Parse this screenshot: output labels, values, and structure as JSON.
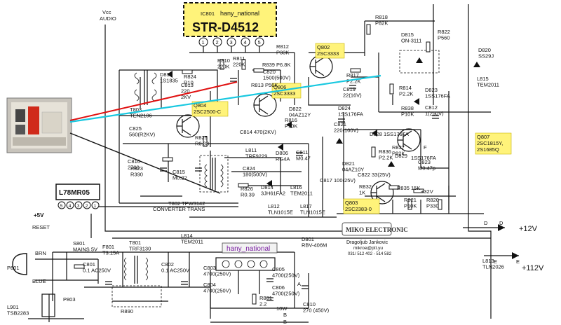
{
  "ic801": {
    "ref": "IC801",
    "brand": "hany_national",
    "part": "STR-D4512",
    "pins": [
      "1",
      "2",
      "3",
      "4",
      "5"
    ]
  },
  "vcc_label": [
    "Vcc",
    "AUDIO"
  ],
  "regulator": {
    "part": "L78MR05",
    "pins": [
      "5",
      "4",
      "3",
      "2",
      "1"
    ]
  },
  "left_labels": {
    "plus5v": "+5V",
    "reset": "RESET"
  },
  "outputs": {
    "plus12v": "+12V",
    "plus112v": "+112V",
    "letters": [
      "D",
      "D",
      "E",
      "E"
    ]
  },
  "transistors": [
    {
      "ref": "Q802",
      "part": "2SC3333"
    },
    {
      "ref": "Q806",
      "part": "2SC3333"
    },
    {
      "ref": "Q804",
      "part": "2SC2500-C"
    },
    {
      "ref": "Q807",
      "part": "2SC1815Y,",
      "part2": "2S1685Q"
    },
    {
      "ref": "Q803",
      "part": "2SC2383-0"
    }
  ],
  "components": [
    {
      "id": "r818",
      "lines": [
        "R818",
        "P82K"
      ]
    },
    {
      "id": "d815",
      "lines": [
        "D815",
        "ON-3111"
      ]
    },
    {
      "id": "r822",
      "lines": [
        "R822",
        "P560"
      ]
    },
    {
      "id": "d820",
      "lines": [
        "D820",
        "SS29J"
      ]
    },
    {
      "id": "l815",
      "lines": [
        "L815",
        "TEM2011"
      ]
    },
    {
      "id": "r812",
      "lines": [
        "R812",
        "P33K"
      ]
    },
    {
      "id": "r810",
      "lines": [
        "R810",
        "220K"
      ]
    },
    {
      "id": "r811",
      "lines": [
        "R811",
        "220K"
      ]
    },
    {
      "id": "r839",
      "lines": [
        "R839 P6.8K"
      ]
    },
    {
      "id": "c820",
      "lines": [
        "C820",
        "1500(500V)"
      ]
    },
    {
      "id": "r813",
      "lines": [
        "R813 P56K"
      ]
    },
    {
      "id": "d819",
      "lines": [
        "D819",
        "1S1835"
      ]
    },
    {
      "id": "r824",
      "lines": [
        "R824",
        "R10"
      ]
    },
    {
      "id": "c813",
      "lines": [
        "C813",
        "220",
        "2KV"
      ]
    },
    {
      "id": "t803",
      "lines": [
        "T803",
        "TEN2106"
      ]
    },
    {
      "id": "r817",
      "lines": [
        "R817",
        "P2.2K"
      ]
    },
    {
      "id": "c819",
      "lines": [
        "C819",
        "22(16V)"
      ]
    },
    {
      "id": "r814",
      "lines": [
        "R814",
        "P2.2K"
      ]
    },
    {
      "id": "d823",
      "lines": [
        "D823",
        "1SS176FA"
      ]
    },
    {
      "id": "d822",
      "lines": [
        "D822",
        "04AZ12Y"
      ]
    },
    {
      "id": "r816",
      "lines": [
        "R816",
        "P10K"
      ]
    },
    {
      "id": "d824",
      "lines": [
        "D824",
        "1SS176FA"
      ]
    },
    {
      "id": "r838",
      "lines": [
        "R838",
        "P10K"
      ]
    },
    {
      "id": "c812",
      "lines": [
        "C812",
        "1(250V)"
      ]
    },
    {
      "id": "c825",
      "lines": [
        "C825",
        "560(R2KV)"
      ]
    },
    {
      "id": "r825",
      "lines": [
        "R825",
        "R0.33"
      ]
    },
    {
      "id": "c814",
      "lines": [
        "C814 470(2KV)"
      ]
    },
    {
      "id": "c821",
      "lines": [
        "C821",
        "220(160V)"
      ]
    },
    {
      "id": "d828",
      "lines": [
        "D828 1SS176FA"
      ]
    },
    {
      "id": "l811",
      "lines": [
        "L811",
        "TRF9229"
      ]
    },
    {
      "id": "d806",
      "lines": [
        "D806",
        "RG4A"
      ]
    },
    {
      "id": "c811",
      "lines": [
        "C811",
        "M0.47"
      ]
    },
    {
      "id": "c817",
      "lines": [
        "C817 100(25V)"
      ]
    },
    {
      "id": "c816",
      "lines": [
        "C816",
        "2700"
      ]
    },
    {
      "id": "r823",
      "lines": [
        "R823",
        "R390"
      ]
    },
    {
      "id": "c815",
      "lines": [
        "C815",
        "M0.22"
      ]
    },
    {
      "id": "c824",
      "lines": [
        "C824",
        "180(500V)"
      ]
    },
    {
      "id": "r826",
      "lines": [
        "R826",
        "R0.39"
      ]
    },
    {
      "id": "d814",
      "lines": [
        "D814",
        "3JH61FA2"
      ]
    },
    {
      "id": "l816",
      "lines": [
        "L816",
        "TEM2011"
      ]
    },
    {
      "id": "r836",
      "lines": [
        "R836",
        "P2.2K"
      ]
    },
    {
      "id": "d821",
      "lines": [
        "D821",
        "04AZ10Y"
      ]
    },
    {
      "id": "r837",
      "lines": [
        "R837",
        "P82K"
      ]
    },
    {
      "id": "d829",
      "lines": [
        "D829"
      ]
    },
    {
      "id": "d829b",
      "lines": [
        "1SS176FA"
      ]
    },
    {
      "id": "c823",
      "lines": [
        "C823",
        "M0.47p"
      ]
    },
    {
      "id": "c822",
      "lines": [
        "C822 33(25V)"
      ]
    },
    {
      "id": "r832",
      "lines": [
        "R832",
        "1K"
      ]
    },
    {
      "id": "r835",
      "lines": [
        "R835 15K"
      ]
    },
    {
      "id": "plus32v",
      "lines": [
        "+32V"
      ]
    },
    {
      "id": "r821",
      "lines": [
        "R821",
        "P10K"
      ]
    },
    {
      "id": "r820",
      "lines": [
        "R820",
        "P330"
      ]
    },
    {
      "id": "t802",
      "lines": [
        "T802  TPW3142"
      ]
    },
    {
      "id": "conv",
      "lines": [
        "CONVERTER TRANS"
      ]
    },
    {
      "id": "l812",
      "lines": [
        "L812",
        "TLN1015E"
      ]
    },
    {
      "id": "l817",
      "lines": [
        "L817",
        "TLN1015E"
      ]
    },
    {
      "id": "l814",
      "lines": [
        "L814",
        "TEM2011"
      ]
    },
    {
      "id": "d801",
      "lines": [
        "D801",
        "RBV-406M"
      ]
    },
    {
      "id": "s801",
      "lines": [
        "S801",
        "MAINS 5V"
      ]
    },
    {
      "id": "f801",
      "lines": [
        "F801",
        "T3.15A"
      ]
    },
    {
      "id": "t801",
      "lines": [
        "T801",
        "TRF3130"
      ]
    },
    {
      "id": "c801",
      "lines": [
        "C801",
        "0.1 AC250V"
      ]
    },
    {
      "id": "c802",
      "lines": [
        "C802",
        "0.1 AC250V"
      ]
    },
    {
      "id": "c803",
      "lines": [
        "C803",
        "4700(250V)"
      ]
    },
    {
      "id": "c804",
      "lines": [
        "C804",
        "4700(250V)"
      ]
    },
    {
      "id": "c805",
      "lines": [
        "C805",
        "4700(250V)"
      ]
    },
    {
      "id": "c806",
      "lines": [
        "C806",
        "4700(250V)"
      ]
    },
    {
      "id": "r801",
      "lines": [
        "R801",
        "2.2"
      ]
    },
    {
      "id": "w10",
      "lines": [
        "10W"
      ]
    },
    {
      "id": "c810",
      "lines": [
        "C810",
        "270 (450V)"
      ]
    },
    {
      "id": "l813",
      "lines": [
        "L813",
        "TLN2026"
      ]
    },
    {
      "id": "p801",
      "lines": [
        "P801"
      ]
    },
    {
      "id": "p803",
      "lines": [
        "P803"
      ]
    },
    {
      "id": "l901",
      "lines": [
        "L901",
        "TSB2283"
      ]
    },
    {
      "id": "r890",
      "lines": [
        "R890"
      ]
    },
    {
      "id": "brn",
      "lines": [
        "BRN"
      ]
    },
    {
      "id": "blue",
      "lines": [
        "BLUE"
      ]
    },
    {
      "id": "mark-f",
      "lines": [
        "F"
      ]
    },
    {
      "id": "mark-a",
      "lines": [
        "A"
      ]
    },
    {
      "id": "mark-b",
      "lines": [
        "B"
      ]
    },
    {
      "id": "mark-b2",
      "lines": [
        "B"
      ]
    }
  ],
  "bridge_label": "hany_national",
  "watermark": {
    "logo": "MIKO ELECTRONIC",
    "author": "Dragoljub Jankovic",
    "email": "mikroe@ptt.yu",
    "phone": "031/ 512 402 - 514 582"
  },
  "colors": {
    "highlight": "#fff37a",
    "red_line": "#e01010",
    "cyan_line": "#18c8e0",
    "black_line": "#111111",
    "bridge_label_bg": "#f2f2f2",
    "bridge_label_text": "#7a1fa2"
  }
}
